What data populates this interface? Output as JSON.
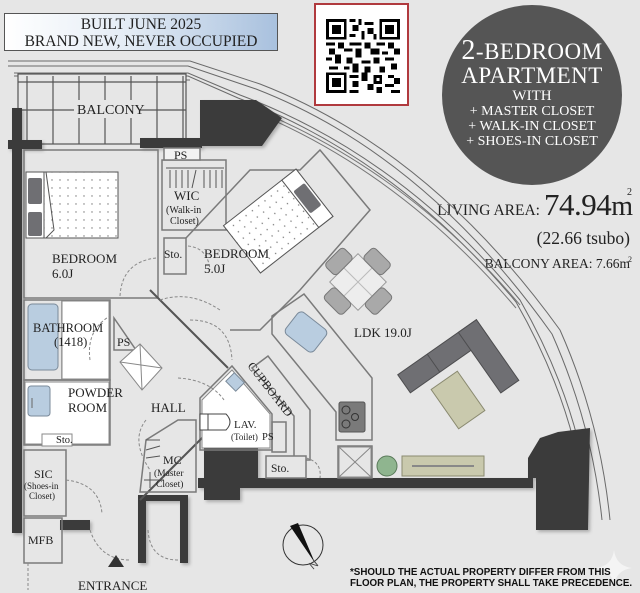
{
  "banner": {
    "line1": "BUILT JUNE 2025",
    "line2": "BRAND NEW, NEVER OCCUPIED",
    "gradient_start": "#ffffff",
    "gradient_end": "#a9c1de"
  },
  "qr_code": {
    "icon": "qr-code-icon",
    "border_color": "#b03a3e"
  },
  "summary_badge": {
    "line1_number": "2",
    "line1_text": "-BEDROOM",
    "line2": "APARTMENT",
    "line3": "WITH",
    "features": [
      "+ MASTER CLOSET",
      "+ WALK-IN CLOSET",
      "+ SHOES-IN CLOSET"
    ],
    "background_color": "#555555"
  },
  "areas": {
    "living_area_label": "LIVING AREA:",
    "living_area_value": "74.94",
    "living_area_unit": "m",
    "unit_superscript": "2",
    "tsubo": "(22.66 tsubo)",
    "balcony_area_label": "BALCONY AREA:",
    "balcony_area_value": "7.66",
    "balcony_area_unit": "m"
  },
  "rooms": {
    "balcony": "BALCONY",
    "ps_top": "PS",
    "wic_line1": "WIC",
    "wic_line2": "(Walk-in",
    "wic_line3": "Closet)",
    "bedroom1_name": "BEDROOM",
    "bedroom1_size": "6.0J",
    "bedroom2_name": "BEDROOM",
    "bedroom2_size": "5.0J",
    "sto_bedroom": "Sto.",
    "ldk": "LDK 19.0J",
    "bathroom_name": "BATHROOM",
    "bathroom_size": "(1418)",
    "ps_bath": "PS",
    "powder_line1": "POWDER",
    "powder_line2": "ROOM",
    "sto_powder": "Sto.",
    "hall": "HALL",
    "cupboard": "CUPBOARD",
    "lav_line1": "LAV.",
    "lav_line2": "(Toilet)",
    "ps_lav": "PS",
    "sto_lav": "Sto.",
    "mc_line1": "MC",
    "mc_line2": "(Master",
    "mc_line3": "Closet)",
    "sic_line1": "SIC",
    "sic_line2": "(Shoes-in",
    "sic_line3": "Closet)",
    "mfb": "MFB",
    "entrance": "ENTRANCE"
  },
  "compass": {
    "north_label": "N",
    "icon": "compass-icon"
  },
  "disclaimer": {
    "line1": "*SHOULD THE ACTUAL PROPERTY DIFFER FROM THIS",
    "line2": "FLOOR PLAN, THE PROPERTY SHALL TAKE PRECEDENCE."
  },
  "colors": {
    "background": "#e6e6e6",
    "wall": "#3a3a3a",
    "wet_area_fixture": "#b9cde0",
    "sofa": "#6f6f73",
    "rug": "#c9c9ad",
    "plant": "#8fb58f",
    "chair": "#a9a9a9"
  }
}
